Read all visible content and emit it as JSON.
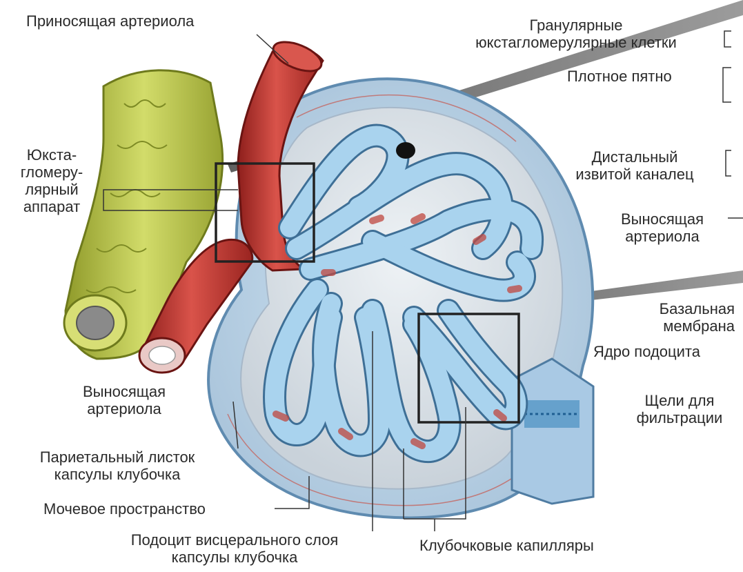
{
  "labels": {
    "afferent_arteriole": "Приносящая артериола",
    "granular_cells": [
      "Гранулярные",
      "юкстагломерулярные клетки"
    ],
    "macula_densa": "Плотное пятно",
    "jga": [
      "Юкста-",
      "гломеру-",
      "лярный",
      "аппарат"
    ],
    "distal_tubule": [
      "Дистальный",
      "извитой каналец"
    ],
    "efferent_arteriole_right": [
      "Выносящая",
      "артериола"
    ],
    "basement_membrane": [
      "Базальная",
      "мембрана"
    ],
    "podocyte_nucleus": "Ядро подоцита",
    "filtration_slits": [
      "Щели для",
      "фильтрации"
    ],
    "efferent_arteriole_left": [
      "Выносящая",
      "артериола"
    ],
    "parietal_layer": [
      "Париетальный листок",
      "капсулы клубочка"
    ],
    "urinary_space": "Мочевое пространство",
    "podocyte": [
      "Подоцит висцерального слоя",
      "капсулы клубочка"
    ],
    "capillaries": "Клубочковые капилляры"
  },
  "colors": {
    "artery": "#c8403a",
    "tubule": "#b9c84a",
    "capillary": "#a9d3ee",
    "capsule": "#d6e6f3",
    "nucleus": "#111111"
  }
}
